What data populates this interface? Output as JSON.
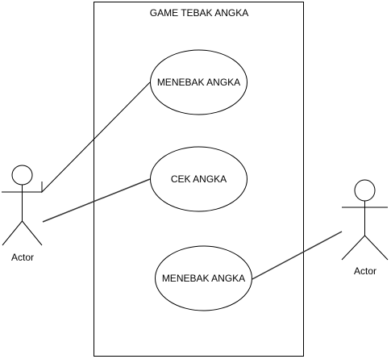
{
  "system": {
    "title": "GAME TEBAK ANGKA"
  },
  "use_cases": [
    {
      "label": "MENEBAK ANGKA"
    },
    {
      "label": "CEK ANGKA"
    },
    {
      "label": "MENEBAK ANGKA"
    }
  ],
  "actors": [
    {
      "label": "Actor"
    },
    {
      "label": "Actor"
    }
  ],
  "colors": {
    "stroke": "#000000",
    "association": "#333333",
    "fill": "#ffffff"
  }
}
